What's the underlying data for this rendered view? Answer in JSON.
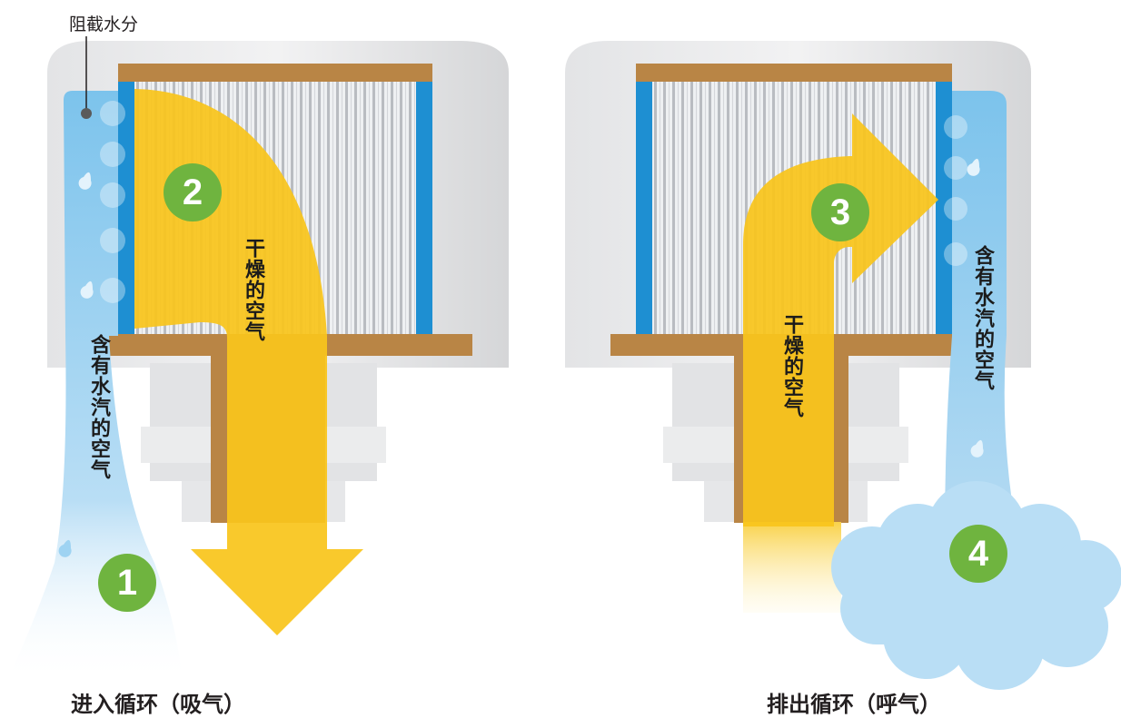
{
  "labels": {
    "block_water": "阻截水分",
    "intake_cycle": "进入循环（吸气）",
    "exhaust_cycle": "排出循环（呼气）",
    "humid_air_left": "含有水汽的空气",
    "dry_air_left": "干燥的空气",
    "dry_air_right": "干燥的空气",
    "humid_air_right": "含有水汽的空气"
  },
  "steps": [
    "1",
    "2",
    "3",
    "4"
  ],
  "colors": {
    "dry_air_arrow": "#f9c51c",
    "humid_air": "#7cc3ec",
    "filter_frame": "#1e8fd2",
    "wood_cap": "#b98545",
    "badge_green": "#6fb43f",
    "housing_grey": "#d9dadc"
  }
}
